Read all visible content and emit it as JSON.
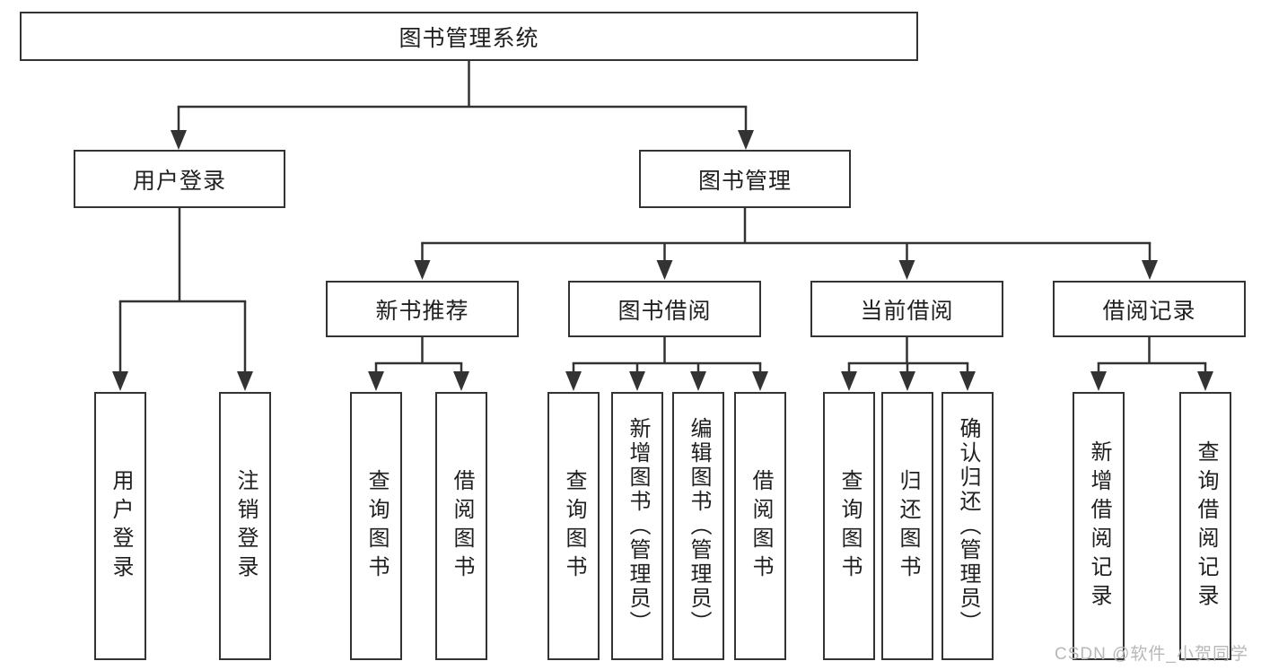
{
  "nodes": {
    "root": {
      "label": "图书管理系统"
    },
    "user_login": {
      "label": "用户登录"
    },
    "book_mgmt": {
      "label": "图书管理"
    },
    "new_book_rec": {
      "label": "新书推荐"
    },
    "book_borrow": {
      "label": "图书借阅"
    },
    "current_borrow": {
      "label": "当前借阅"
    },
    "borrow_records": {
      "label": "借阅记录"
    },
    "leaf_user_login": {
      "label": "用户登录"
    },
    "leaf_logout": {
      "label": "注销登录"
    },
    "rec_query_books": {
      "label": "查询图书"
    },
    "rec_borrow_books": {
      "label": "借阅图书"
    },
    "bb_query_books": {
      "label": "查询图书"
    },
    "bb_add_books": {
      "label": "新增图书（管理员）"
    },
    "bb_edit_books": {
      "label": "编辑图书（管理员）"
    },
    "bb_borrow_books": {
      "label": "借阅图书"
    },
    "cb_query_books": {
      "label": "查询图书"
    },
    "cb_return_books": {
      "label": "归还图书"
    },
    "cb_confirm_return": {
      "label": "确认归还（管理员）"
    },
    "br_add_record": {
      "label": "新增借阅记录"
    },
    "br_query_record": {
      "label": "查询借阅记录"
    }
  },
  "hierarchy": {
    "图书管理系统": {
      "用户登录": [
        "用户登录",
        "注销登录"
      ],
      "图书管理": {
        "新书推荐": [
          "查询图书",
          "借阅图书"
        ],
        "图书借阅": [
          "查询图书",
          "新增图书（管理员）",
          "编辑图书（管理员）",
          "借阅图书"
        ],
        "当前借阅": [
          "查询图书",
          "归还图书",
          "确认归还（管理员）"
        ],
        "借阅记录": [
          "新增借阅记录",
          "查询借阅记录"
        ]
      }
    }
  },
  "watermark": {
    "text": "CSDN @软件_小贺同学"
  },
  "colors": {
    "line": "#333333",
    "text": "#1f1f1f",
    "background": "#ffffff",
    "watermark": "#b8b8b8"
  }
}
